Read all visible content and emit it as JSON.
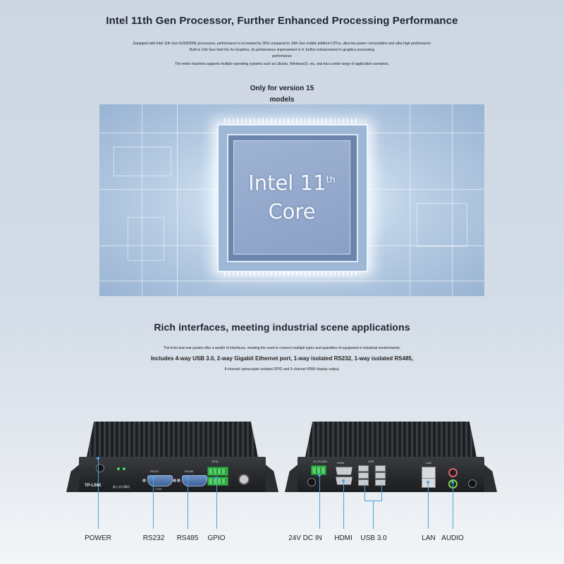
{
  "section1": {
    "title": "Intel 11th Gen Processor, Further Enhanced Processing Performance",
    "lines": [
      "Equipped with Intel 11th Gen i5/i3/6305E processors, performance is increased by 30% compared to 10th Gen mobile platform CPUs, ultra-low power consumption and ultra-high performance",
      "Built-in 11th Gen Intel Iris Xe Graphics, 5x performance improvement in 4, further enhancement in graphics processing",
      "performance",
      "The entire machine supports multiple operating systems such as Ubuntu, Windows10, etc, and has a wide range of application scenarios,"
    ],
    "version_note": [
      "Only for version 15",
      "models"
    ]
  },
  "chip": {
    "line1": "Intel 11",
    "sup": "th",
    "line2": "Core"
  },
  "section2": {
    "title": "Rich interfaces, meeting industrial scene applications",
    "line1": "The front and rear panels offer a wealth of interfaces, meeting the need to connect multiple types and quantities of equipment in industrial environments,",
    "line2": "Includes 4-way USB 3.0, 2-way Gigabit Ethernet port, 1-way isolated RS232, 1-way isolated RS485,",
    "line3": "8-channel optocoupler isolated GPIO and 3-channel HDMI display output,"
  },
  "front_device": {
    "brand": "TP-LINK",
    "model_text": "嵌入式计算机",
    "port_labels": {
      "rs232": "RS232",
      "rs485": "RS485",
      "gpio": "GPIO",
      "com": "COM"
    }
  },
  "rear_device": {
    "port_labels": {
      "dcin": "DC 9V-36V",
      "hdmi": "HDMI",
      "usb": "USB",
      "lan": "LAN"
    }
  },
  "callouts": {
    "power": "POWER",
    "rs232": "RS232",
    "rs485": "RS485",
    "gpio": "GPIO",
    "dcin": "24V DC IN",
    "hdmi": "HDMI",
    "usb": "USB 3.0",
    "lan": "LAN",
    "audio": "AUDIO"
  },
  "colors": {
    "callout": "#4da3e0",
    "terminal": "#37b34a",
    "db9": "#4f74ab"
  }
}
